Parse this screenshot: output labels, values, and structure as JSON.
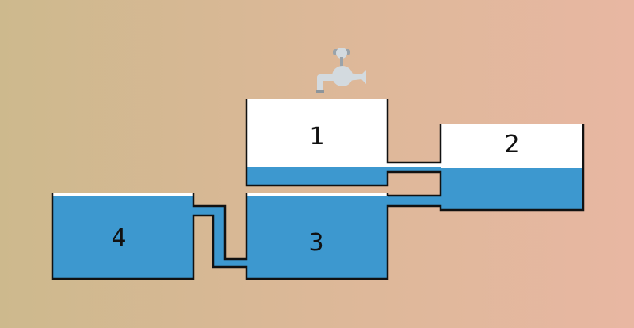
{
  "tanks": [
    {
      "label": "1"
    },
    {
      "label": "2"
    },
    {
      "label": "3"
    },
    {
      "label": "4"
    }
  ],
  "colors": {
    "water": "#3d98cf",
    "wall": "#111111",
    "empty": "#ffffff",
    "faucet": "#cfd6dc"
  },
  "icons": {
    "faucet": "faucet-icon"
  }
}
